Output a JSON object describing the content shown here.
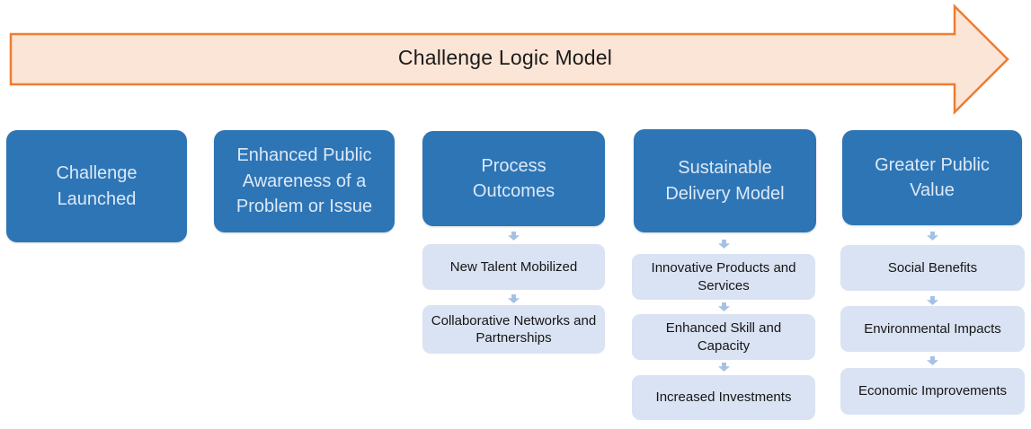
{
  "title": "Challenge Logic Model",
  "colors": {
    "stage_fill": "#2E75B6",
    "stage_text": "#DCE9F6",
    "item_fill": "#DAE3F3",
    "item_text": "#161616",
    "banner_fill": "#FBE5D6",
    "banner_border": "#ED7D31",
    "connector": "#A6C1E3"
  },
  "columns": [
    {
      "header": "Challenge Launched",
      "items": []
    },
    {
      "header": "Enhanced Public Awareness of a Problem or Issue",
      "items": []
    },
    {
      "header": "Process Outcomes",
      "items": [
        "New Talent Mobilized",
        "Collaborative Networks and Partnerships"
      ]
    },
    {
      "header": "Sustainable Delivery Model",
      "items": [
        "Innovative Products and Services",
        "Enhanced Skill and Capacity",
        "Increased Investments"
      ]
    },
    {
      "header": "Greater Public Value",
      "items": [
        "Social Benefits",
        "Environmental Impacts",
        "Economic Improvements"
      ]
    }
  ]
}
